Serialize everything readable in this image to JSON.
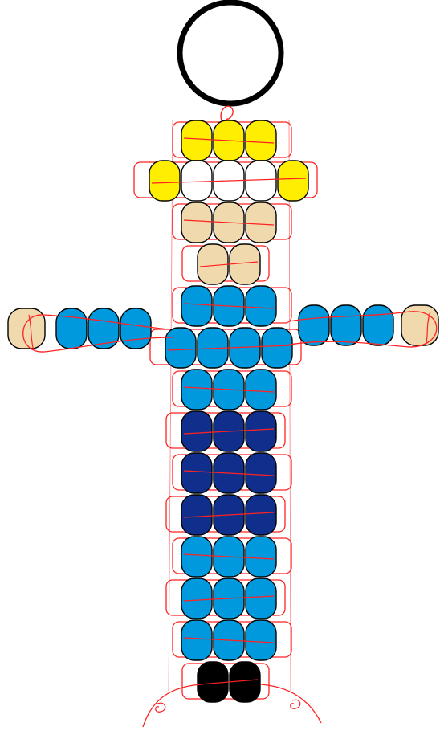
{
  "colors": {
    "yellow": "#ffee00",
    "white": "#ffffff",
    "skin": "#f0d9ac",
    "light_blue": "#0099dd",
    "dark_blue": "#102f8c",
    "black": "#000000",
    "outline": "#000000",
    "thread": "#ff2222",
    "ring": "#000000"
  },
  "pattern": {
    "ring": {
      "description": "keyring loop"
    },
    "rows": [
      {
        "name": "hair-top",
        "beads": [
          "yellow",
          "yellow",
          "yellow"
        ]
      },
      {
        "name": "hair-face",
        "beads": [
          "yellow",
          "white",
          "white",
          "white",
          "yellow"
        ]
      },
      {
        "name": "face",
        "beads": [
          "skin",
          "skin",
          "skin"
        ]
      },
      {
        "name": "neck",
        "beads": [
          "skin",
          "skin"
        ]
      },
      {
        "name": "shoulders",
        "beads": [
          "light_blue",
          "light_blue",
          "light_blue"
        ]
      },
      {
        "name": "chest",
        "beads": [
          "light_blue",
          "light_blue",
          "light_blue",
          "light_blue"
        ]
      },
      {
        "name": "waist",
        "beads": [
          "light_blue",
          "light_blue",
          "light_blue"
        ]
      },
      {
        "name": "belt-1",
        "beads": [
          "dark_blue",
          "dark_blue",
          "dark_blue"
        ]
      },
      {
        "name": "belt-2",
        "beads": [
          "dark_blue",
          "dark_blue",
          "dark_blue"
        ]
      },
      {
        "name": "belt-3",
        "beads": [
          "dark_blue",
          "dark_blue",
          "dark_blue"
        ]
      },
      {
        "name": "skirt-1",
        "beads": [
          "light_blue",
          "light_blue",
          "light_blue"
        ]
      },
      {
        "name": "skirt-2",
        "beads": [
          "light_blue",
          "light_blue",
          "light_blue"
        ]
      },
      {
        "name": "skirt-3",
        "beads": [
          "light_blue",
          "light_blue",
          "light_blue"
        ]
      },
      {
        "name": "feet",
        "beads": [
          "black",
          "black"
        ]
      }
    ],
    "left_arm": [
      "skin",
      "light_blue",
      "light_blue",
      "light_blue"
    ],
    "right_arm": [
      "light_blue",
      "light_blue",
      "light_blue",
      "skin"
    ]
  }
}
